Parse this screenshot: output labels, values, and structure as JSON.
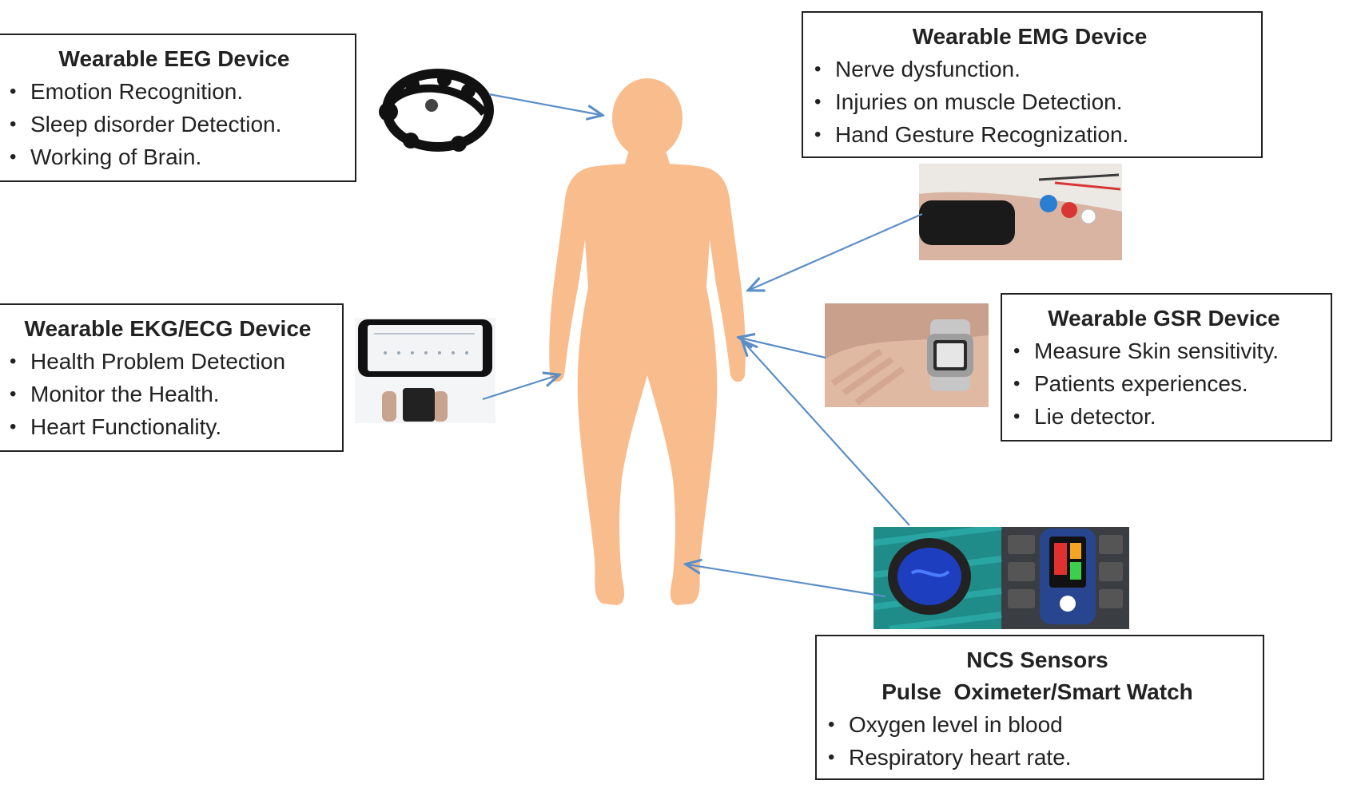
{
  "colors": {
    "body": "#f9bc8d",
    "arrow": "#5b8ec6",
    "border": "#222222"
  },
  "boxes": {
    "eeg": {
      "title": "Wearable EEG Device",
      "items": [
        "Emotion Recognition.",
        "Sleep disorder Detection.",
        "Working of Brain."
      ]
    },
    "ecg": {
      "title": "Wearable EKG/ECG Device",
      "items": [
        "Health Problem Detection",
        "Monitor the Health.",
        "Heart Functionality."
      ]
    },
    "emg": {
      "title": "Wearable EMG Device",
      "items": [
        "Nerve dysfunction.",
        "Injuries on muscle Detection.",
        "Hand Gesture Recognization."
      ]
    },
    "gsr": {
      "title": "Wearable GSR Device",
      "items": [
        "Measure Skin sensitivity.",
        "Patients experiences.",
        "Lie detector."
      ]
    },
    "ncs": {
      "title": "NCS Sensors",
      "subtitle": "Pulse  Oximeter/Smart Watch",
      "items": [
        "Oxygen level in blood",
        "Respiratory heart rate."
      ]
    }
  }
}
